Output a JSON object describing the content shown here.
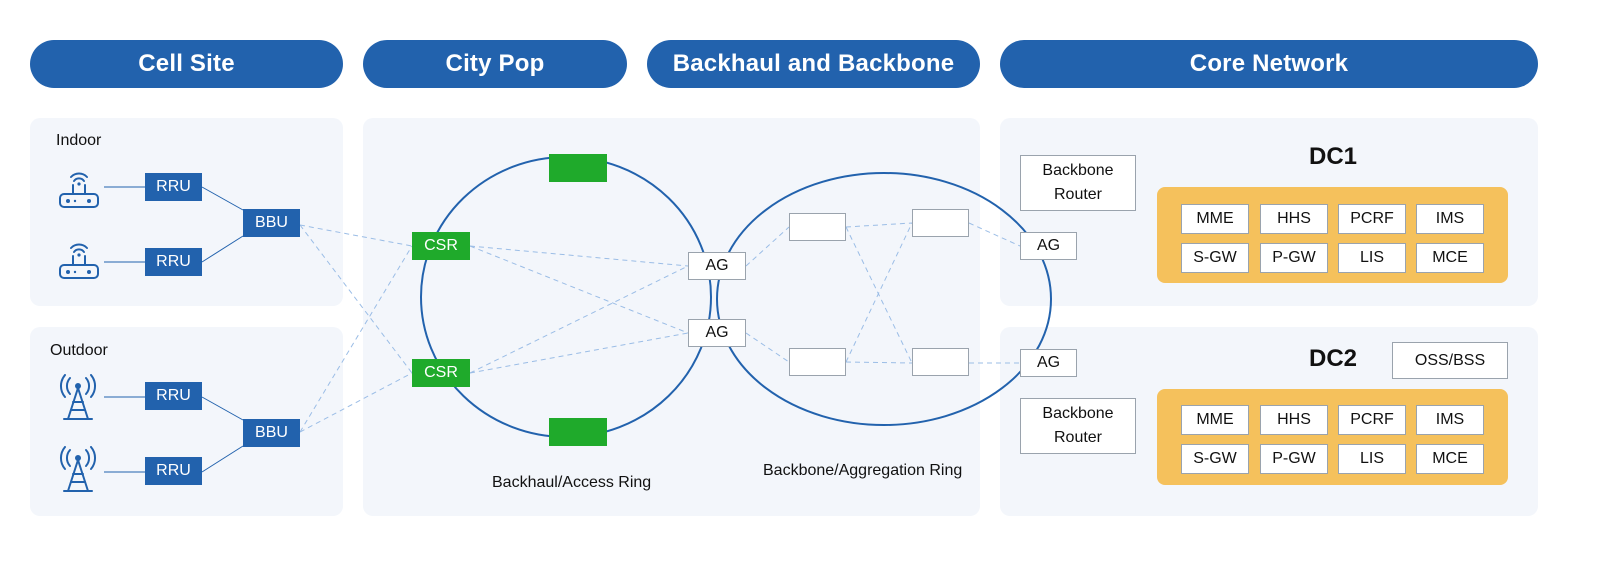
{
  "headers": {
    "cell_site": "Cell Site",
    "city_pop": "City Pop",
    "backhaul_backbone": "Backhaul and Backbone",
    "core_network": "Core  Network"
  },
  "cell_site": {
    "indoor_label": "Indoor",
    "outdoor_label": "Outdoor",
    "rru_label": "RRU",
    "bbu_label": "BBU",
    "indoor_icon": "wifi-router-icon",
    "outdoor_icon": "cell-tower-icon"
  },
  "rings": {
    "csr_label": "CSR",
    "ag_label": "AG",
    "access_ring_label": "Backhaul/Access Ring",
    "aggregation_ring_label": "Backbone/Aggregation Ring"
  },
  "core": {
    "backbone_router_line1": "Backbone",
    "backbone_router_line2": "Router",
    "ag_label": "AG",
    "dc1": {
      "title": "DC1",
      "functions": [
        "MME",
        "HHS",
        "PCRF",
        "IMS",
        "S-GW",
        "P-GW",
        "LIS",
        "MCE"
      ]
    },
    "dc2": {
      "title": "DC2",
      "oss_bss": "OSS/BSS",
      "functions": [
        "MME",
        "HHS",
        "PCRF",
        "IMS",
        "S-GW",
        "P-GW",
        "LIS",
        "MCE"
      ]
    }
  },
  "colors": {
    "header_blue": "#2262ad",
    "csr_green": "#1faa2b",
    "dc_yellow": "#f5c15c",
    "panel_bg": "#f3f6fb",
    "dashed_link": "#9bbde6"
  }
}
